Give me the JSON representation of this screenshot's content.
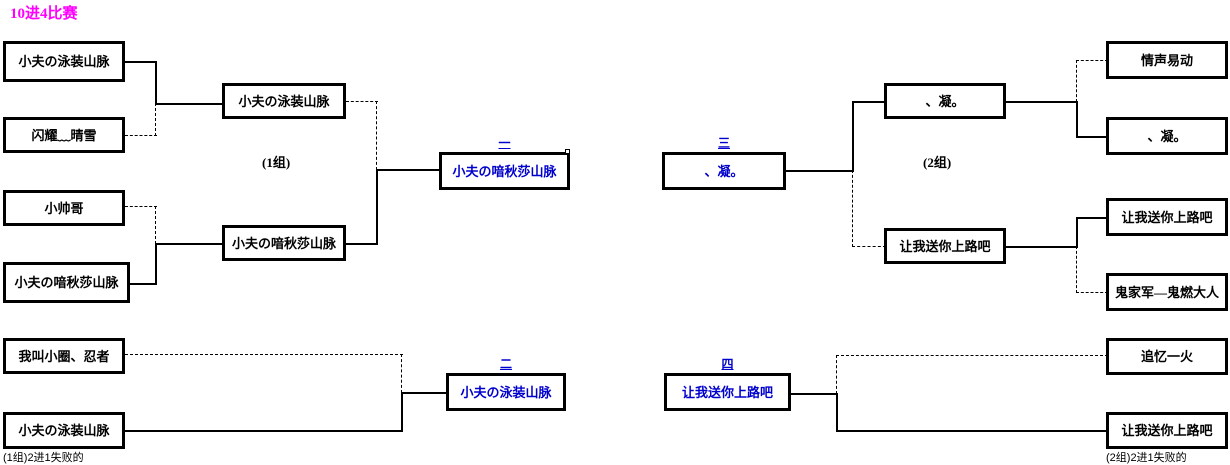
{
  "title": "10进4比赛",
  "colors": {
    "title": "#ff00ff",
    "winner_text": "#0000cc",
    "box_border": "#000000",
    "line": "#000000"
  },
  "group1": {
    "label": "(1组)",
    "footnote": "(1组)2进1失败的",
    "round1": [
      {
        "label": "小夫の泳装山脉"
      },
      {
        "label": "闪耀﹏晴雪"
      },
      {
        "label": "小帅哥"
      },
      {
        "label": "小夫の喑秋莎山脉"
      }
    ],
    "round2": [
      {
        "label": "小夫の泳装山脉"
      },
      {
        "label": "小夫の喑秋莎山脉"
      }
    ],
    "final": {
      "rank": "一",
      "label": "小夫の喑秋莎山脉"
    },
    "consolation": {
      "entrants": [
        {
          "label": "我叫小圈、忍者"
        },
        {
          "label": "小夫の泳装山脉"
        }
      ],
      "winner": {
        "rank": "二",
        "label": "小夫の泳装山脉"
      }
    }
  },
  "group2": {
    "label": "(2组)",
    "footnote": "(2组)2进1失败的",
    "round1": [
      {
        "label": "情声易动"
      },
      {
        "label": "、凝。"
      },
      {
        "label": "让我送你上路吧"
      },
      {
        "label": "鬼家军—鬼燃大人"
      }
    ],
    "round2": [
      {
        "label": "、凝。"
      },
      {
        "label": "让我送你上路吧"
      }
    ],
    "final": {
      "rank": "三",
      "label": "、凝。"
    },
    "consolation": {
      "entrants": [
        {
          "label": "追忆一火"
        },
        {
          "label": "让我送你上路吧"
        }
      ],
      "winner": {
        "rank": "四",
        "label": "让我送你上路吧"
      }
    }
  }
}
